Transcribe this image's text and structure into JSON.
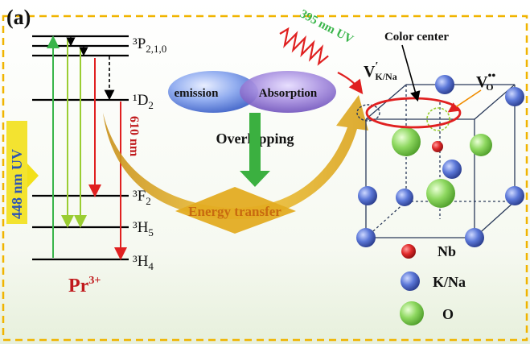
{
  "panel_label": "(a)",
  "levels": {
    "p": {
      "label": "³P",
      "sub": "2,1,0"
    },
    "d": {
      "label": "¹D",
      "sub": "2"
    },
    "f": {
      "label": "³F",
      "sub": "2"
    },
    "h5": {
      "label": "³H",
      "sub": "5"
    },
    "h4": {
      "label": "³H",
      "sub": "4"
    }
  },
  "ion": {
    "base": "Pr",
    "sup": "3+"
  },
  "excitation_label": "448 nm UV",
  "emission_wavelength": "610 nm",
  "uv_label": "395 nm UV",
  "ellipse_emission": "emission",
  "ellipse_absorption": "Absorption",
  "overlapping": "Overlapping",
  "energy_transfer": "Energy transfer",
  "color_center": "Color center",
  "vacancy_k": {
    "base": "V",
    "prime": "′",
    "sub": "K/Na"
  },
  "vacancy_o": {
    "base": "V",
    "sup": "••",
    "sub": "O"
  },
  "legend": [
    {
      "name": "Nb",
      "color": "#d81e1e"
    },
    {
      "name": "K/Na",
      "color": "#4664c8"
    },
    {
      "name": "O",
      "color": "#7dd24b"
    }
  ],
  "colors": {
    "excite_green": "#39b54a",
    "emission_red": "#e02020",
    "excite_arrow_yellow": "#f2e01a",
    "transfer_gold": "#d9a21c",
    "ellipse_blue": "#5b7fd8",
    "ellipse_purple": "#8a68c8",
    "overlap_arrow": "#3bb040",
    "pr_label": "#c0191c",
    "uv_wave": "#e02020"
  }
}
